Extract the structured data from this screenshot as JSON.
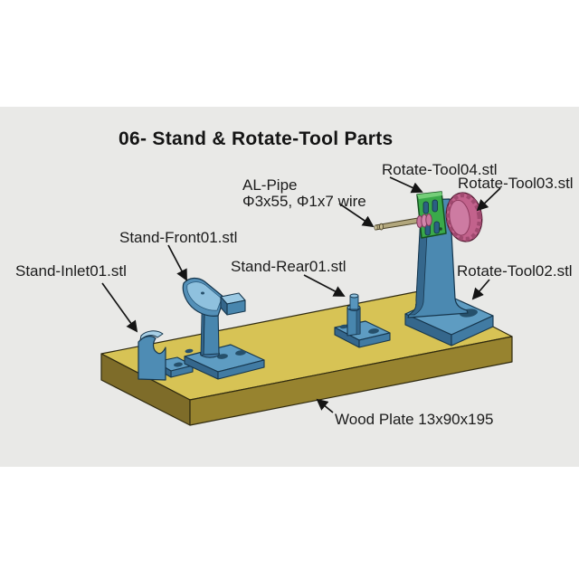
{
  "title": "06- Stand & Rotate-Tool Parts",
  "labels": {
    "stand_inlet": "Stand-Inlet01.stl",
    "stand_front": "Stand-Front01.stl",
    "stand_rear": "Stand-Rear01.stl",
    "rotate_tool02": "Rotate-Tool02.stl",
    "rotate_tool03": "Rotate-Tool03.stl",
    "rotate_tool04": "Rotate-Tool04.stl",
    "al_pipe_name": "AL-Pipe",
    "al_pipe_spec": "Φ3x55, Φ1x7 wire",
    "wood_plate": "Wood Plate 13x90x195"
  },
  "colors": {
    "background_band": "#e9e9e7",
    "page": "#ffffff",
    "wood_top": "#d7c355",
    "wood_side_left": "#7e6c29",
    "wood_side_front": "#97832f",
    "part_blue": "#4e8cb4",
    "part_green": "#3aa94a",
    "part_pink_gear": "#c2628c",
    "al_pipe": "#b2a77d",
    "text": "#1b1b1b"
  }
}
